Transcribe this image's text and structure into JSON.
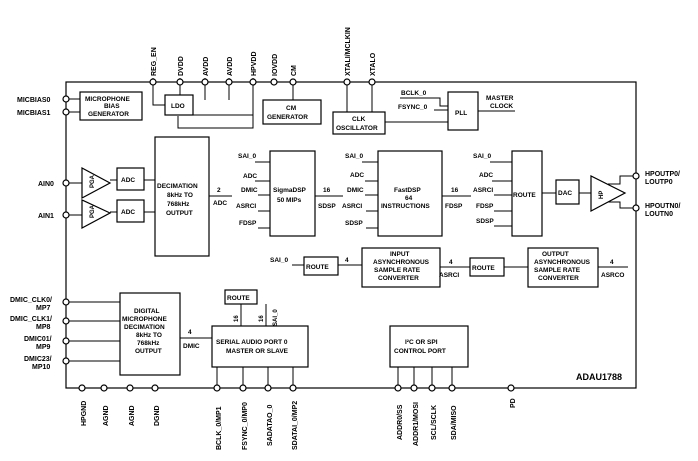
{
  "chip": {
    "name": "ADAU1788"
  },
  "top_pins": {
    "reg_en": "REG_EN",
    "dvdd": "DVDD",
    "avdd1": "AVDD",
    "avdd2": "AVDD",
    "hpvdd": "HPVDD",
    "iovdd": "IOVDD",
    "cm": "CM",
    "xtali": "XTALI/MCLKIN",
    "xtalo": "XTALO"
  },
  "bottom_pins": {
    "hpgnd": "HPGND",
    "agnd1": "AGND",
    "agnd2": "AGND",
    "dgnd": "DGND",
    "bclk": "BCLK_0/MP1",
    "fsync": "FSYNC_0/MP0",
    "sadatao": "SADATAO_0",
    "sdatai": "SDATAI_0/MP2",
    "addr0": "ADDR0/SS",
    "addr1": "ADDR1/MOSI",
    "scl": "SCL/SCLK",
    "sda": "SDA/MISO",
    "pd": "PD"
  },
  "left_pins": {
    "micbias0": "MICBIAS0",
    "micbias1": "MICBIAS1",
    "ain0": "AIN0",
    "ain1": "AIN1",
    "dmic_clk0": "DMIC_CLK0/",
    "dmic_clk0_b": "MP7",
    "dmic_clk1": "DMIC_CLK1/",
    "dmic_clk1_b": "MP8",
    "dmic01": "DMIC01/",
    "dmic01_b": "MP9",
    "dmic23": "DMIC23/",
    "dmic23_b": "MP10"
  },
  "right_pins": {
    "hpoutp": "HPOUTP0/",
    "hpoutp_b": "LOUTP0",
    "hpoutn": "HPOUTN0/",
    "hpoutn_b": "LOUTN0"
  },
  "blocks": {
    "micbias": [
      "MICROPHONE",
      "BIAS",
      "GENERATOR"
    ],
    "ldo": "LDO",
    "cm_gen": [
      "CM",
      "GENERATOR"
    ],
    "clk_osc": [
      "CLK",
      "OSCILLATOR"
    ],
    "pll": "PLL",
    "master_clock": [
      "MASTER",
      "CLOCK"
    ],
    "bclk0": "BCLK_0",
    "fsync0": "FSYNC_0",
    "pga": "PGA",
    "adc": "ADC",
    "decimation": [
      "DECIMATION",
      "8kHz TO",
      "768kHz",
      "OUTPUT"
    ],
    "sigmadsp": [
      "SigmaDSP",
      "50 MIPs"
    ],
    "fastdsp": [
      "FastDSP",
      "64",
      "INSTRUCTIONS"
    ],
    "route": "ROUTE",
    "dac": "DAC",
    "hp": "HP",
    "input_asrc": [
      "INPUT",
      "ASYNCHRONOUS",
      "SAMPLE RATE",
      "CONVERTER"
    ],
    "output_asrc": [
      "OUTPUT",
      "ASYNCHRONOUS",
      "SAMPLE RATE",
      "CONVERTER"
    ],
    "dmic_dec": [
      "DIGITAL",
      "MICROPHONE",
      "DECIMATION",
      "8kHz TO",
      "768kHz",
      "OUTPUT"
    ],
    "sap": [
      "SERIAL AUDIO PORT 0",
      "MASTER OR SLAVE"
    ],
    "ctrl": [
      "I²C OR SPI",
      "CONTROL PORT"
    ]
  },
  "signals": {
    "sai0": "SAI_0",
    "adc": "ADC",
    "dmic": "DMIC",
    "asrci": "ASRCI",
    "fdsp": "FDSP",
    "sdsp": "SDSP",
    "asrco": "ASRCO",
    "two": "2",
    "four": "4",
    "sixteen": "16"
  }
}
